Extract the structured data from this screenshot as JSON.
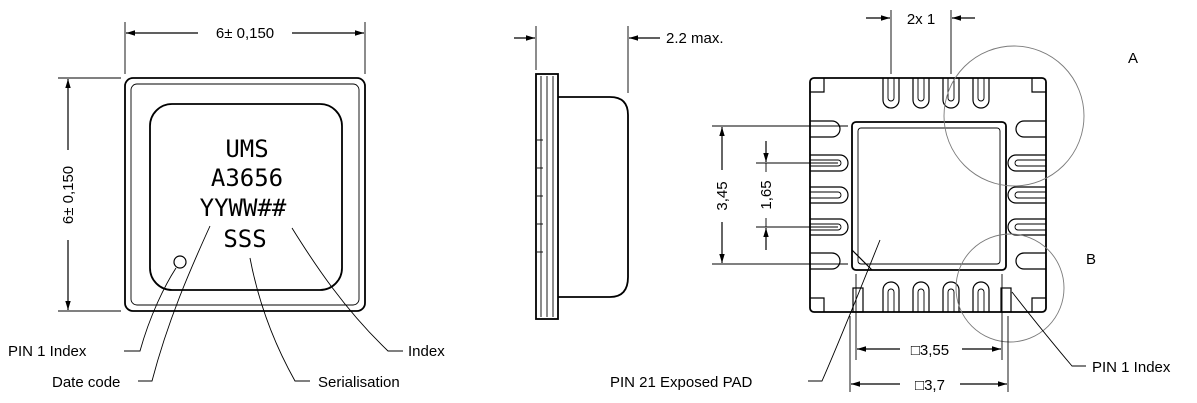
{
  "top_view": {
    "marking_lines": [
      "UMS",
      "A3656",
      "YYWW##",
      "SSS"
    ],
    "dim_width": "6± 0,150",
    "dim_height": "6± 0,150",
    "callouts": {
      "pin1_index": "PIN 1 Index",
      "date_code": "Date code",
      "index": "Index",
      "serialisation": "Serialisation"
    }
  },
  "side_view": {
    "dim_height": "2.2 max."
  },
  "bottom_view": {
    "dim_pitch": "2x 1",
    "dim_pad_outer": "3,45",
    "dim_pad_inner": "1,65",
    "dim_pad_square": "□3,55",
    "dim_body_square": "□3,7",
    "detail_a": "A",
    "detail_b": "B",
    "exposed_pad": "PIN 21 Exposed PAD",
    "pin1_index": "PIN 1 Index"
  }
}
